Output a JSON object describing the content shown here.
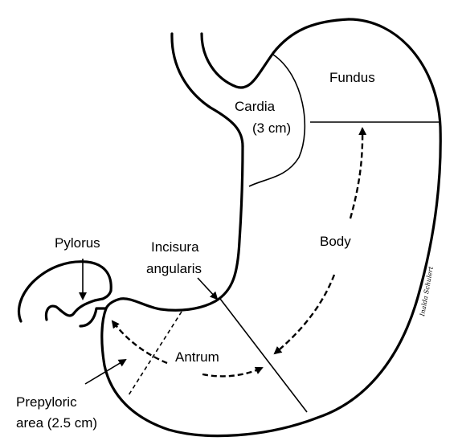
{
  "labels": {
    "fundus": "Fundus",
    "cardia_line1": "Cardia",
    "cardia_line2": "(3 cm)",
    "body": "Body",
    "pylorus": "Pylorus",
    "incisura_line1": "Incisura",
    "incisura_line2": "angularis",
    "antrum": "Antrum",
    "prepyloric_line1": "Prepyloric",
    "prepyloric_line2": "area (2.5 cm)"
  },
  "signature": "Inalda Schulert"
}
